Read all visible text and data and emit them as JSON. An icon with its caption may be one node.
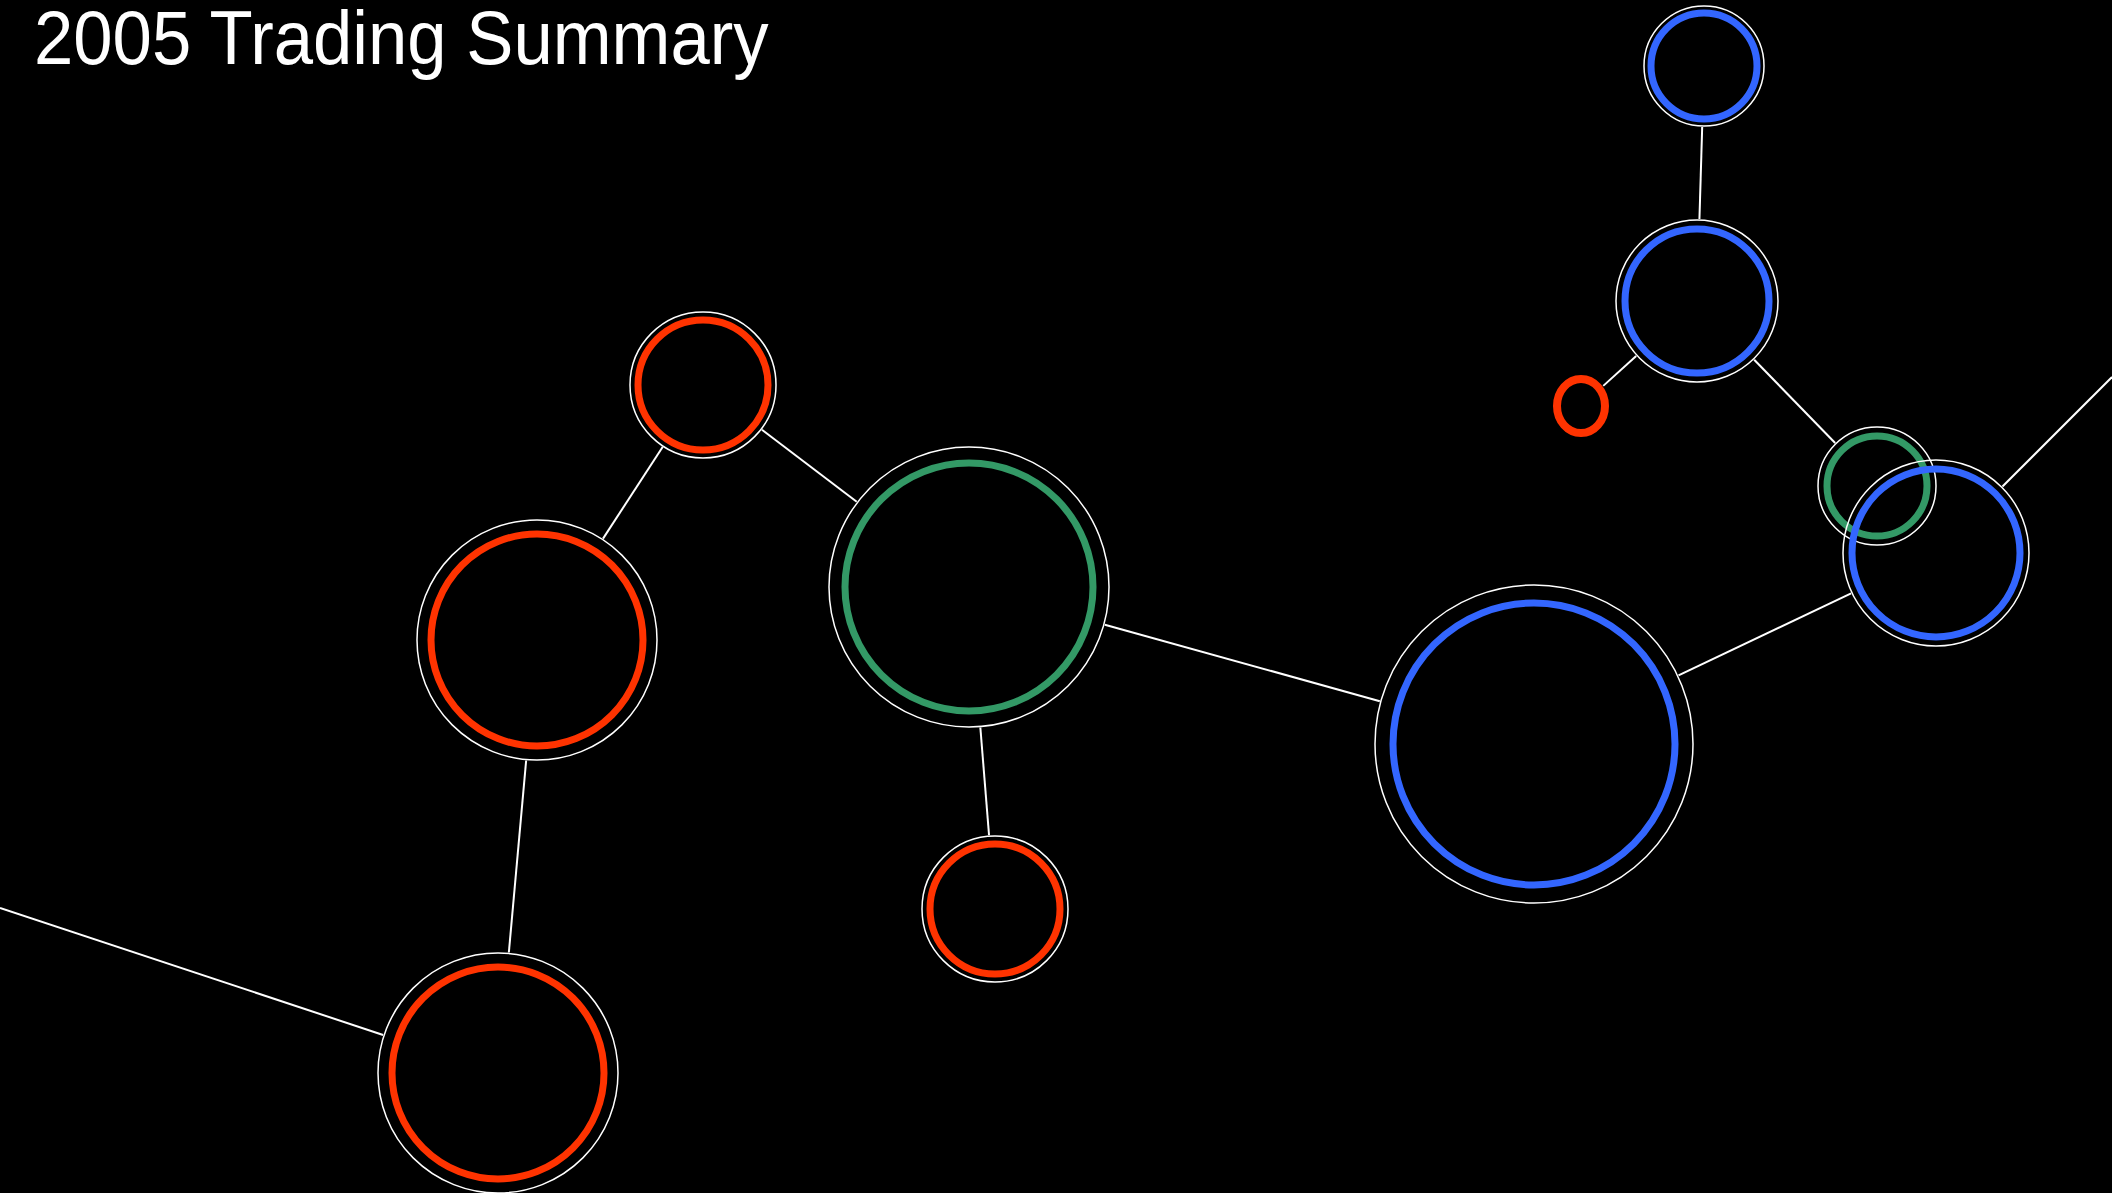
{
  "diagram": {
    "title": "2005 Trading Summary",
    "nodes": [
      {
        "text": [],
        "shape": "circle"
      },
      {
        "text": [],
        "shape": "circle"
      },
      {
        "text": [],
        "shape": "circle"
      },
      {
        "text": [],
        "shape": "circle"
      },
      {
        "text": [],
        "shape": "circle"
      },
      {
        "text": [],
        "shape": "circle"
      },
      {
        "text": [],
        "shape": "circle"
      },
      {
        "text": [],
        "shape": "circle"
      },
      {
        "text": [],
        "shape": "circle"
      },
      {
        "text": [],
        "shape": "circle"
      },
      {
        "text": [],
        "shape": "circle"
      }
    ],
    "edges": [
      {
        "from": 0,
        "to": 1,
        "arrow": "none"
      },
      {
        "from": 1,
        "to": 2,
        "arrow": "none"
      },
      {
        "from": 1,
        "to": 3,
        "arrow": "none"
      },
      {
        "from": 5,
        "to": null,
        "arrow": "none"
      },
      {
        "from": 8,
        "to": 5,
        "arrow": "none"
      },
      {
        "from": 7,
        "to": 8,
        "arrow": "none"
      },
      {
        "from": 4,
        "to": 7,
        "arrow": "none"
      },
      {
        "from": 6,
        "to": 4,
        "arrow": "none"
      },
      {
        "from": 6,
        "to": 10,
        "arrow": "none"
      },
      {
        "from": 10,
        "to": null,
        "arrow": "none"
      },
      {
        "from": 7,
        "to": 9,
        "arrow": "none"
      }
    ]
  }
}
